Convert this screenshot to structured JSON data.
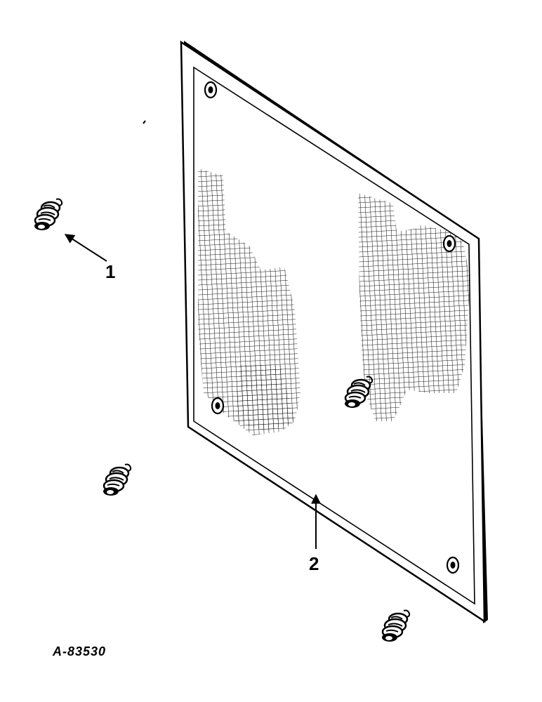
{
  "parts": [
    {
      "callout": "1",
      "item": "spring-fastener"
    },
    {
      "callout": "2",
      "item": "screen-panel"
    }
  ],
  "figure_id": "A-83530",
  "colors": {
    "ink": "#000000",
    "paper": "#ffffff"
  },
  "icons": [
    "spring-fastener-icon",
    "screen-panel-icon",
    "arrow-icon"
  ]
}
